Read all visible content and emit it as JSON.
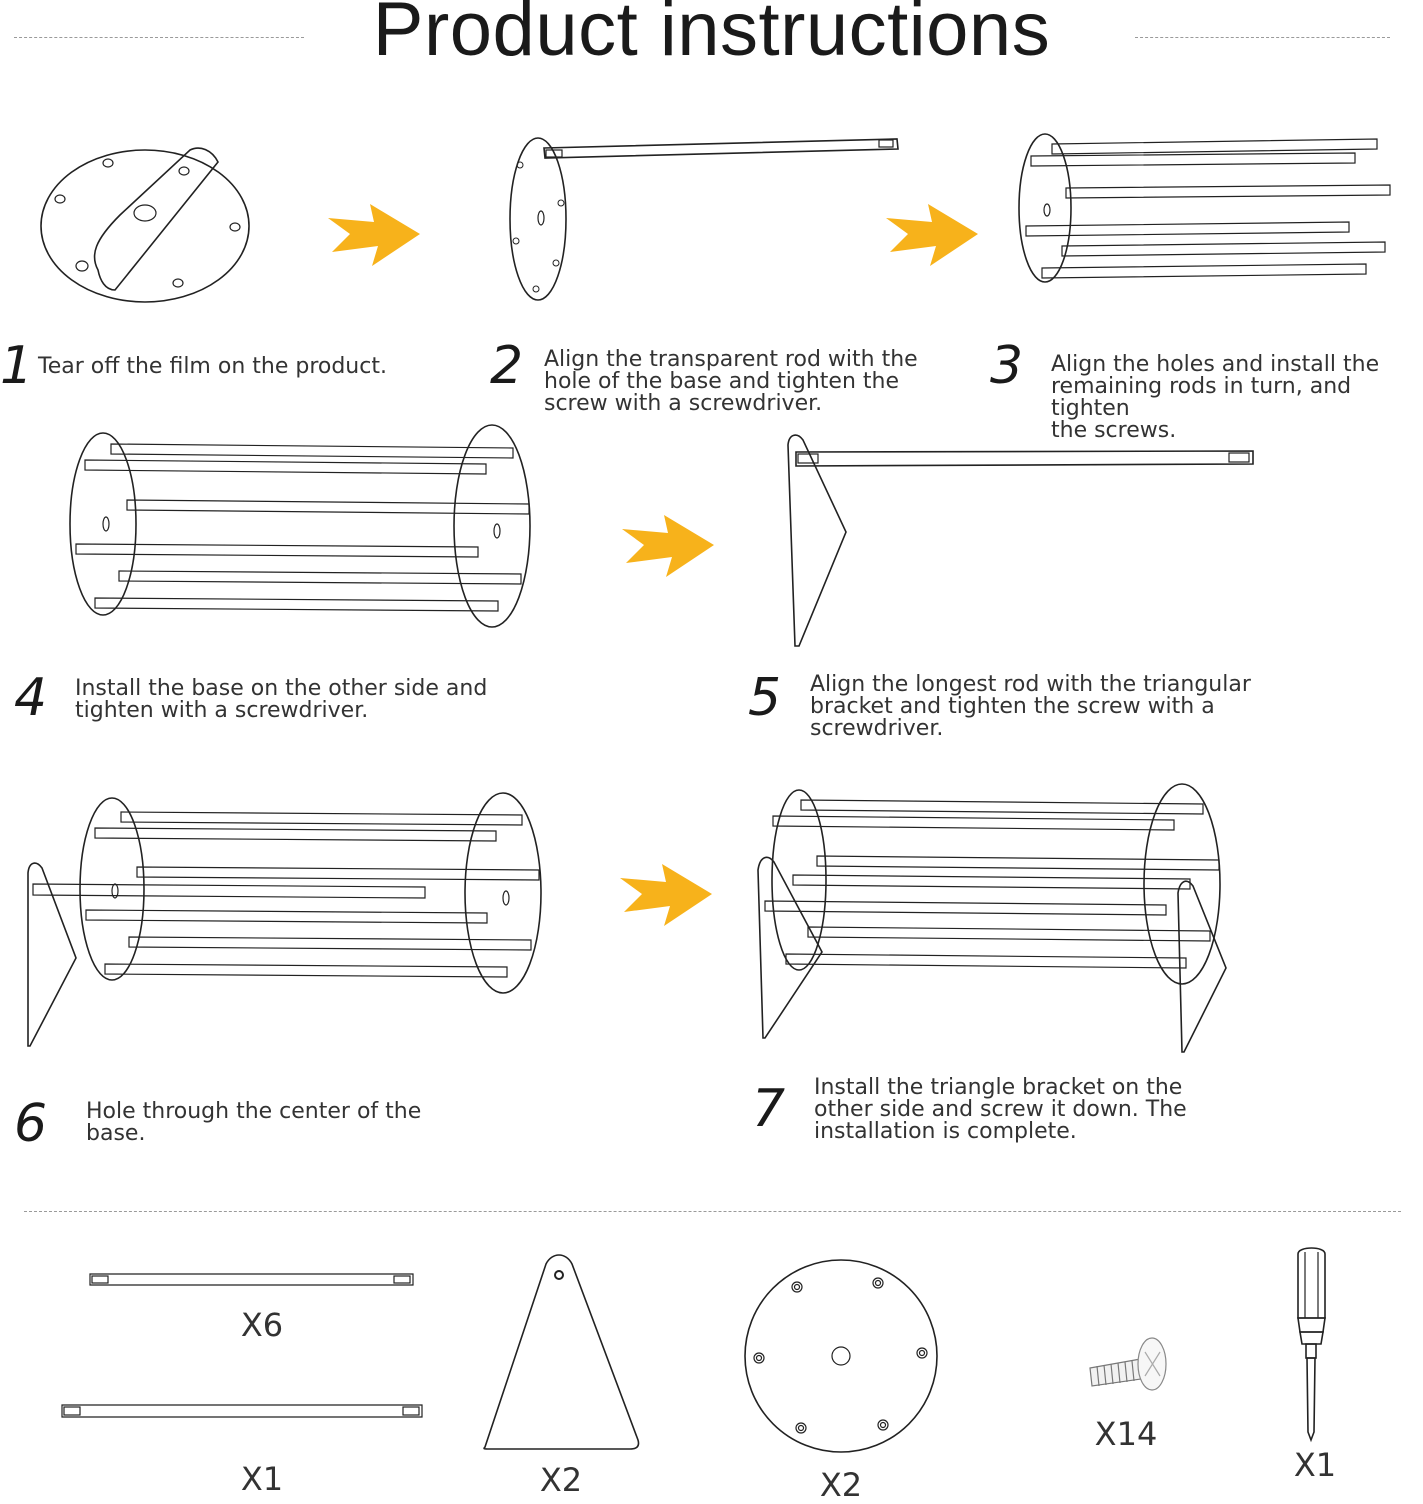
{
  "title": "Product instructions",
  "accent_color": "#F7B21B",
  "steps": [
    {
      "number": "1",
      "lines": [
        "Tear off the film on the product."
      ]
    },
    {
      "number": "2",
      "lines": [
        "Align the transparent rod with the",
        "hole of the base and tighten the",
        "screw with a screwdriver."
      ]
    },
    {
      "number": "3",
      "lines": [
        "Align the holes and install the",
        "remaining rods in turn, and tighten",
        "the screws."
      ]
    },
    {
      "number": "4",
      "lines": [
        "Install the base on the other side and",
        "tighten with a screwdriver."
      ]
    },
    {
      "number": "5",
      "lines": [
        "Align the longest rod with the triangular",
        "bracket and tighten the screw with a",
        "screwdriver."
      ]
    },
    {
      "number": "6",
      "lines": [
        "Hole through the center of the",
        "base."
      ]
    },
    {
      "number": "7",
      "lines": [
        "Install the triangle bracket on the",
        "other side and screw it down. The",
        "installation is complete."
      ]
    }
  ],
  "parts": {
    "short_rod_qty": "X6",
    "long_rod_qty": "X1",
    "triangle_qty": "X2",
    "base_qty": "X2",
    "screw_qty": "X14",
    "screwdriver_qty": "X1"
  }
}
